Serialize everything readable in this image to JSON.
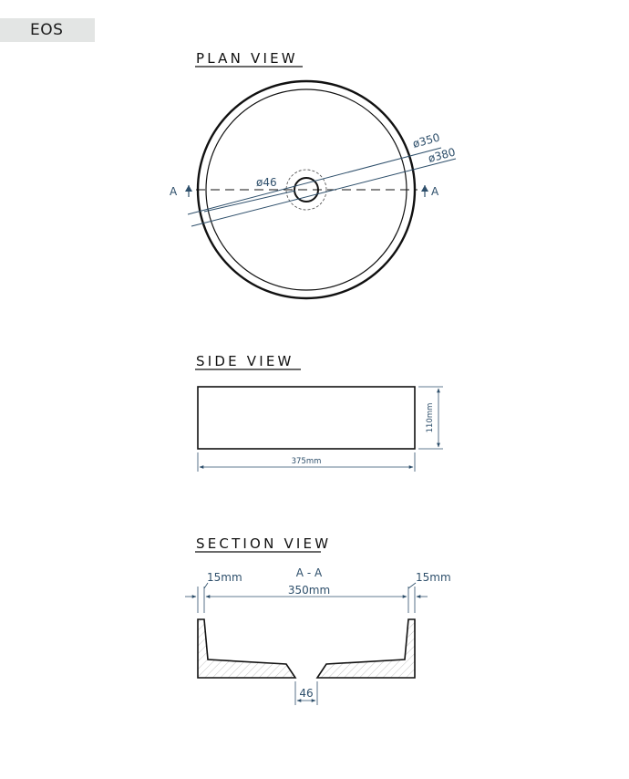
{
  "header": {
    "tab_label": "EOS"
  },
  "colors": {
    "outline": "#111111",
    "dimension": "#2e4f6b",
    "tab_bg": "#e3e5e4"
  },
  "plan_view": {
    "title": "PLAN VIEW",
    "label_d350": "ø350",
    "label_d380": "ø380",
    "label_d46": "ø46",
    "section_mark_left": "A",
    "section_mark_right": "A"
  },
  "side_view": {
    "title": "SIDE VIEW",
    "width_label": "375mm",
    "height_label": "110mm"
  },
  "section_view": {
    "title": "SECTION VIEW",
    "section_label": "A - A",
    "width_label": "350mm",
    "wall_left_label": "15mm",
    "wall_right_label": "15mm",
    "drain_label": "46"
  }
}
